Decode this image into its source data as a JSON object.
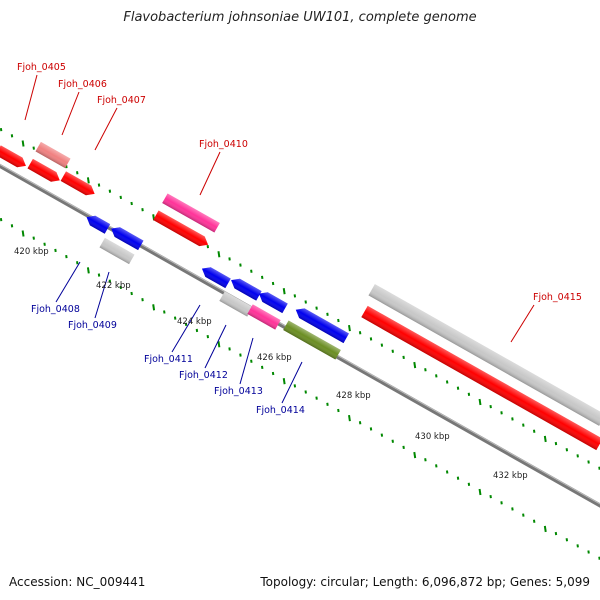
{
  "title": "Flavobacterium johnsoniae UW101, complete genome",
  "footer": {
    "accession": "Accession: NC_009441",
    "topology": "Topology: circular; Length: 6,096,872 bp; Genes: 5,099"
  },
  "colors": {
    "forward_label": "#cc0000",
    "reverse_label": "#000099",
    "tick": "#008800",
    "backbone": "#777777"
  },
  "kbp_labels": [
    "420 kbp",
    "422 kbp",
    "424 kbp",
    "426 kbp",
    "428 kbp",
    "430 kbp",
    "432 kbp"
  ],
  "genes": [
    {
      "id": "Fjoh_0405",
      "strand": "forward"
    },
    {
      "id": "Fjoh_0406",
      "strand": "forward"
    },
    {
      "id": "Fjoh_0407",
      "strand": "forward"
    },
    {
      "id": "Fjoh_0408",
      "strand": "reverse"
    },
    {
      "id": "Fjoh_0409",
      "strand": "reverse"
    },
    {
      "id": "Fjoh_0410",
      "strand": "forward"
    },
    {
      "id": "Fjoh_0411",
      "strand": "reverse"
    },
    {
      "id": "Fjoh_0412",
      "strand": "reverse"
    },
    {
      "id": "Fjoh_0413",
      "strand": "reverse"
    },
    {
      "id": "Fjoh_0414",
      "strand": "reverse"
    },
    {
      "id": "Fjoh_0415",
      "strand": "forward"
    }
  ],
  "feature_colors": {
    "red": "#ff0000",
    "pink_light": "#f08080",
    "magenta": "#ff3399",
    "blue": "#0000ee",
    "gray": "#c8c8c8",
    "olive": "#6b8e23"
  }
}
